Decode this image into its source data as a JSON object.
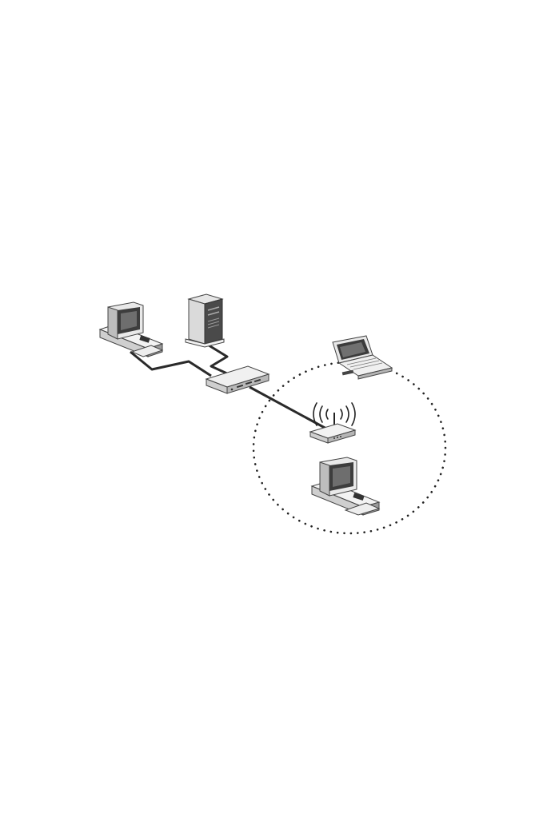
{
  "diagram": {
    "nodes": [
      {
        "id": "desktop-wired",
        "kind": "desktop-computer-icon"
      },
      {
        "id": "tower-server",
        "kind": "tower-server-icon"
      },
      {
        "id": "network-switch",
        "kind": "network-switch-icon"
      },
      {
        "id": "wireless-access-point",
        "kind": "wireless-router-icon"
      },
      {
        "id": "laptop-wireless",
        "kind": "laptop-icon"
      },
      {
        "id": "desktop-wireless",
        "kind": "desktop-computer-icon"
      }
    ],
    "links": [
      {
        "from": "desktop-wired",
        "to": "network-switch",
        "medium": "cable"
      },
      {
        "from": "tower-server",
        "to": "network-switch",
        "medium": "cable"
      },
      {
        "from": "network-switch",
        "to": "wireless-access-point",
        "medium": "cable"
      },
      {
        "from": "wireless-access-point",
        "to": "laptop-wireless",
        "medium": "wireless"
      },
      {
        "from": "wireless-access-point",
        "to": "desktop-wireless",
        "medium": "wireless"
      }
    ],
    "colors": {
      "line": "#222222",
      "device_fill": "#f2f2f2",
      "device_shade": "#b0b0b0",
      "screen_dark": "#3a3a3a"
    }
  }
}
